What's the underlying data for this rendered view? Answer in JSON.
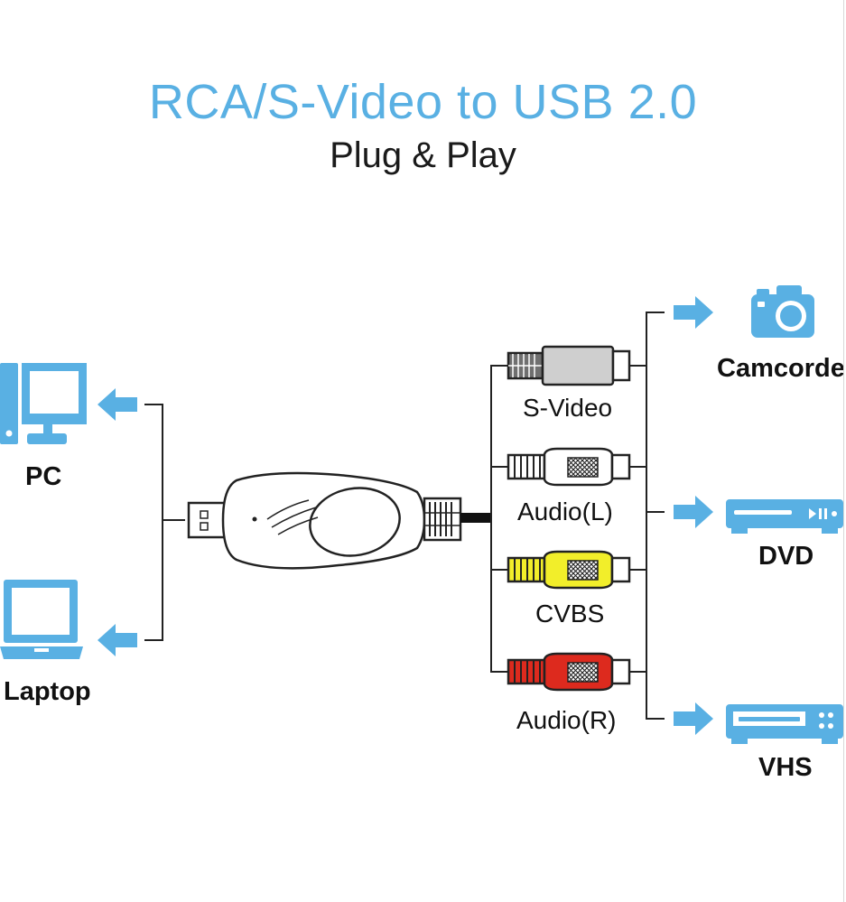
{
  "header": {
    "title": "RCA/S-Video to USB 2.0",
    "subtitle": "Plug & Play"
  },
  "left_devices": [
    {
      "label": "PC",
      "icon": "desktop-pc-icon"
    },
    {
      "label": "Laptop",
      "icon": "laptop-icon"
    }
  ],
  "connectors": [
    {
      "label": "S-Video",
      "color": "#cfcfcf"
    },
    {
      "label": "Audio(L)",
      "color": "#ffffff"
    },
    {
      "label": "CVBS",
      "color": "#f2ee2a"
    },
    {
      "label": "Audio(R)",
      "color": "#dd2a1e"
    }
  ],
  "right_devices": [
    {
      "label": "Camcorder",
      "icon": "camera-icon"
    },
    {
      "label": "DVD",
      "icon": "dvd-player-icon"
    },
    {
      "label": "VHS",
      "icon": "vhs-player-icon"
    }
  ],
  "colors": {
    "accent": "#59b0e3",
    "line": "#222222"
  }
}
